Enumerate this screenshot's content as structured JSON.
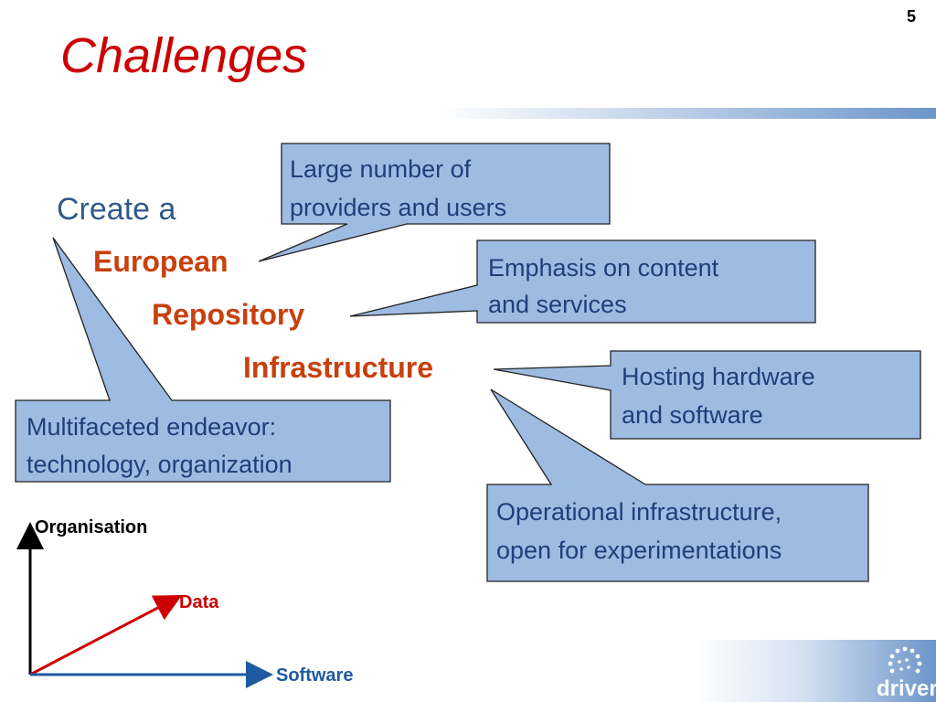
{
  "slide": {
    "number": "5",
    "title": "Challenges"
  },
  "intro": "Create a",
  "terms": {
    "european": "European",
    "repository": "Repository",
    "infrastructure": "Infrastructure"
  },
  "callouts": {
    "large_number": [
      "Large number of",
      "providers and users"
    ],
    "emphasis": [
      "Emphasis on content",
      "and services"
    ],
    "hosting": [
      "Hosting hardware",
      "and software"
    ],
    "multifaceted": [
      "Multifaceted endeavor:",
      "technology, organization"
    ],
    "operational": [
      "Operational infrastructure,",
      "open for experimentations"
    ]
  },
  "axes": {
    "organisation": "Organisation",
    "data": "Data",
    "software": "Software"
  },
  "logo": {
    "text": "driver"
  },
  "colors": {
    "title_red": "#cc0000",
    "term_orange": "#c8400e",
    "callout_fill": "#9ebbe2",
    "callout_text": "#1e3f7a",
    "axis_blue": "#1e5aa0",
    "axis_red": "#cc0000"
  }
}
